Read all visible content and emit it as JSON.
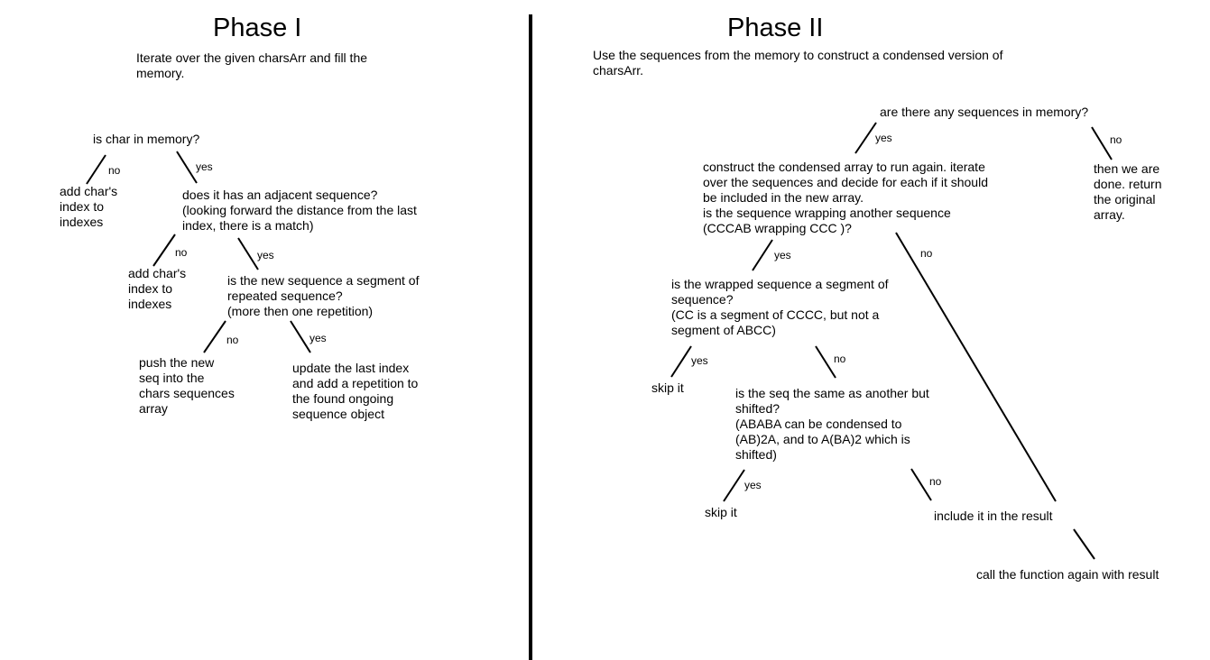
{
  "phase1": {
    "title": "Phase I",
    "intro": "Iterate over the given charsArr and fill the\nmemory.",
    "nodes": {
      "q_in_memory": "is char in memory?",
      "add_index_1": "add char's\nindex to\nindexes",
      "q_adjacent": "does it has an adjacent sequence?\n(looking forward the distance from the last\nindex, there is a match)",
      "add_index_2": "add char's\nindex to\nindexes",
      "q_segment": "is the new sequence a segment of\nrepeated sequence?\n(more then one repetition)",
      "push_seq": "push the new\nseq into the\nchars sequences\narray",
      "update_last": "update the last index\nand add a repetition to\nthe found ongoing\nsequence object"
    },
    "edges": {
      "e1_no": "no",
      "e1_yes": "yes",
      "e2_no": "no",
      "e2_yes": "yes",
      "e3_no": "no",
      "e3_yes": "yes"
    }
  },
  "phase2": {
    "title": "Phase II",
    "intro": "Use the sequences from the memory to construct a condensed version of\ncharsArr.",
    "nodes": {
      "q_any_seq": "are there any sequences in memory?",
      "construct": "construct the condensed array to run again. iterate\nover the sequences and decide for each if it should\nbe included in the new array.\nis the sequence wrapping another sequence\n(CCCAB wrapping CCC )?",
      "done": "then we are\ndone. return\nthe original\narray.",
      "q_wrapped": "is the wrapped sequence a segment of\nsequence?\n(CC is a segment of CCCC, but not a\nsegment of ABCC)",
      "skip_1": "skip it",
      "q_shifted": "is the seq the same as another but\nshifted?\n(ABABA can be condensed to\n(AB)2A, and to A(BA)2 which is\nshifted)",
      "skip_2": "skip it",
      "include": "include it in the result",
      "call_again": "call the function again with result"
    },
    "edges": {
      "e1_yes": "yes",
      "e1_no": "no",
      "e2_yes": "yes",
      "e2_no": "no",
      "e3_yes": "yes",
      "e3_no": "no",
      "e4_yes": "yes",
      "e4_no": "no"
    }
  }
}
